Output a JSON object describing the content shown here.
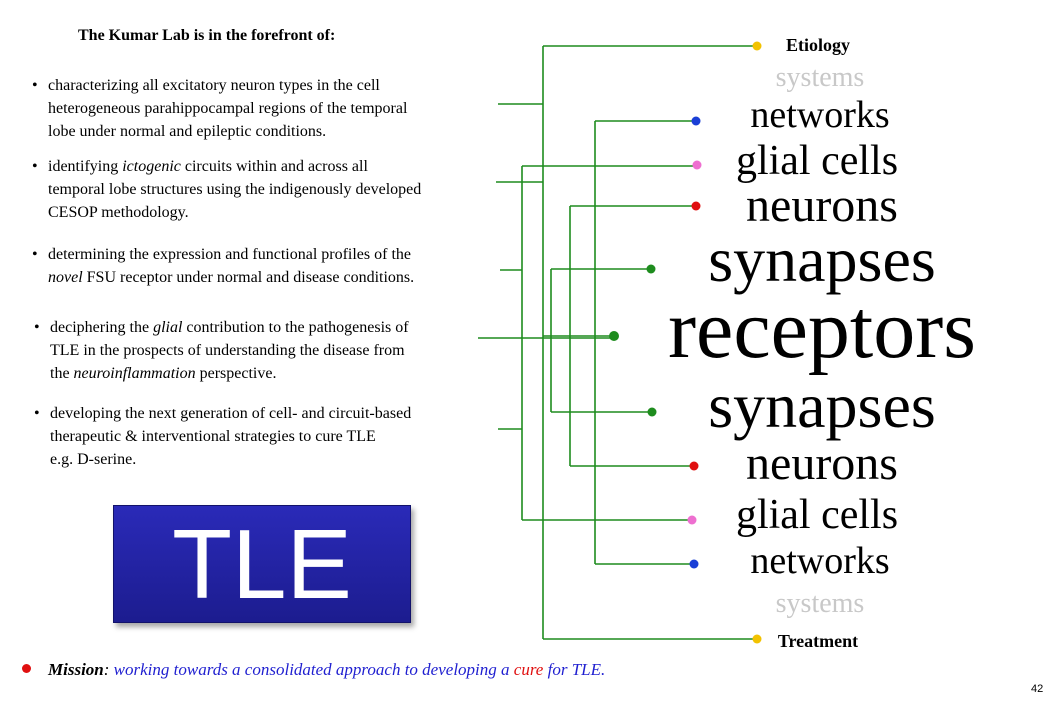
{
  "heading": "The Kumar Lab is in the forefront of:",
  "bullets": [
    {
      "lines": [
        [
          {
            "t": "characterizing all excitatory neuron types in the cell"
          }
        ],
        [
          {
            "t": "heterogeneous parahippocampal regions of the temporal"
          }
        ],
        [
          {
            "t": "lobe under normal and epileptic conditions."
          }
        ]
      ]
    },
    {
      "lines": [
        [
          {
            "t": "identifying "
          },
          {
            "t": "ictogenic",
            "i": true
          },
          {
            "t": " circuits within  and across all"
          }
        ],
        [
          {
            "t": "temporal lobe structures using the indigenously developed"
          }
        ],
        [
          {
            "t": "CESOP methodology."
          }
        ]
      ]
    },
    {
      "lines": [
        [
          {
            "t": "determining the expression and functional profiles of the"
          }
        ],
        [
          {
            "t": "novel",
            "i": true
          },
          {
            "t": " FSU receptor under normal and disease conditions."
          }
        ]
      ]
    },
    {
      "lines": [
        [
          {
            "t": "deciphering the "
          },
          {
            "t": "glial",
            "i": true
          },
          {
            "t": " contribution to the pathogenesis of"
          }
        ],
        [
          {
            "t": "TLE in the prospects of understanding the disease from"
          }
        ],
        [
          {
            "t": "the "
          },
          {
            "t": "neuroinflammation",
            "i": true
          },
          {
            "t": " perspective."
          }
        ]
      ]
    },
    {
      "lines": [
        [
          {
            "t": "developing the next generation of cell- and circuit-based"
          }
        ],
        [
          {
            "t": "therapeutic & interventional  strategies to cure TLE"
          }
        ],
        [
          {
            "t": "e.g. D-serine."
          }
        ]
      ]
    }
  ],
  "bullet_glyph": "•",
  "tle_label": "TLE",
  "levels": [
    {
      "text": "Etiology",
      "weight": "bold",
      "color": "#000000",
      "dot": "#f2c200"
    },
    {
      "text": "systems",
      "color": "#c8c8c8",
      "dot": null
    },
    {
      "text": "networks",
      "color": "#000000",
      "dot": "#1a3fd6"
    },
    {
      "text": "glial cells",
      "color": "#000000",
      "dot": "#ee6fd0"
    },
    {
      "text": "neurons",
      "color": "#000000",
      "dot": "#e01010"
    },
    {
      "text": "synapses",
      "color": "#000000",
      "dot": "#1e8c1e"
    },
    {
      "text": "receptors",
      "color": "#000000",
      "dot": "#1e8c1e"
    },
    {
      "text": "synapses",
      "color": "#000000",
      "dot": "#1e8c1e"
    },
    {
      "text": "neurons",
      "color": "#000000",
      "dot": "#e01010"
    },
    {
      "text": "glial cells",
      "color": "#000000",
      "dot": "#ee6fd0"
    },
    {
      "text": "networks",
      "color": "#000000",
      "dot": "#1a3fd6"
    },
    {
      "text": "systems",
      "color": "#c8c8c8",
      "dot": null
    },
    {
      "text": "Treatment",
      "weight": "bold",
      "color": "#000000",
      "dot": "#f2c200"
    }
  ],
  "connector_color": "#1e8c1e",
  "mission": {
    "label": "Mission",
    "colon": ":",
    "part1": " working towards a consolidated approach to developing a ",
    "cure": "cure",
    "part2": " for TLE."
  },
  "page_number": "42"
}
